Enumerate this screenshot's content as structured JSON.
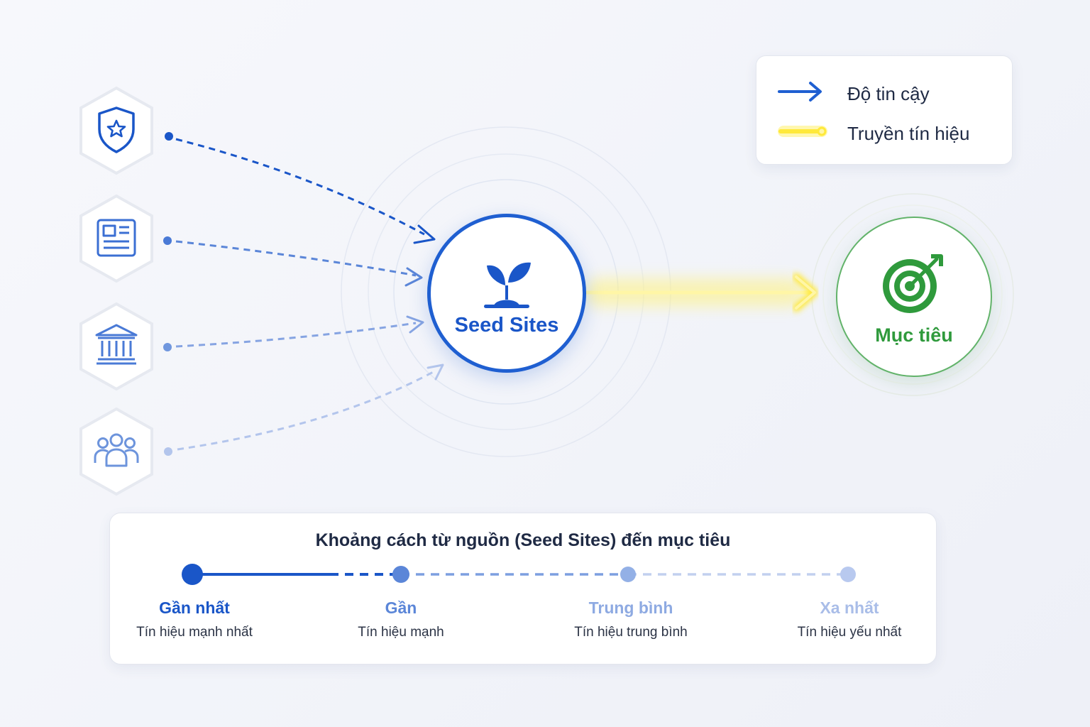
{
  "legend": {
    "trust_label": "Độ tin cậy",
    "signal_label": "Truyền tín hiệu"
  },
  "seed": {
    "label": "Seed Sites",
    "icon": "sprout-icon"
  },
  "target": {
    "label": "Mục tiêu",
    "icon": "target-icon"
  },
  "sources": [
    {
      "icon": "shield-star-icon"
    },
    {
      "icon": "newspaper-icon"
    },
    {
      "icon": "institution-icon"
    },
    {
      "icon": "community-icon"
    }
  ],
  "distance": {
    "title": "Khoảng cách từ nguồn (Seed Sites) đến mục tiêu",
    "levels": [
      {
        "name": "Gần nhất",
        "desc": "Tín hiệu mạnh nhất",
        "color": "#1a56c8"
      },
      {
        "name": "Gần",
        "desc": "Tín hiệu mạnh",
        "color": "#5b86d8"
      },
      {
        "name": "Trung bình",
        "desc": "Tín hiệu trung bình",
        "color": "#8eaae2"
      },
      {
        "name": "Xa nhất",
        "desc": "Tín hiệu yếu nhất",
        "color": "#a9bde8"
      }
    ]
  },
  "colors": {
    "trust_blue": "#1f5fd1",
    "signal_yellow": "#ffe93a",
    "target_green": "#2f9a3c"
  }
}
